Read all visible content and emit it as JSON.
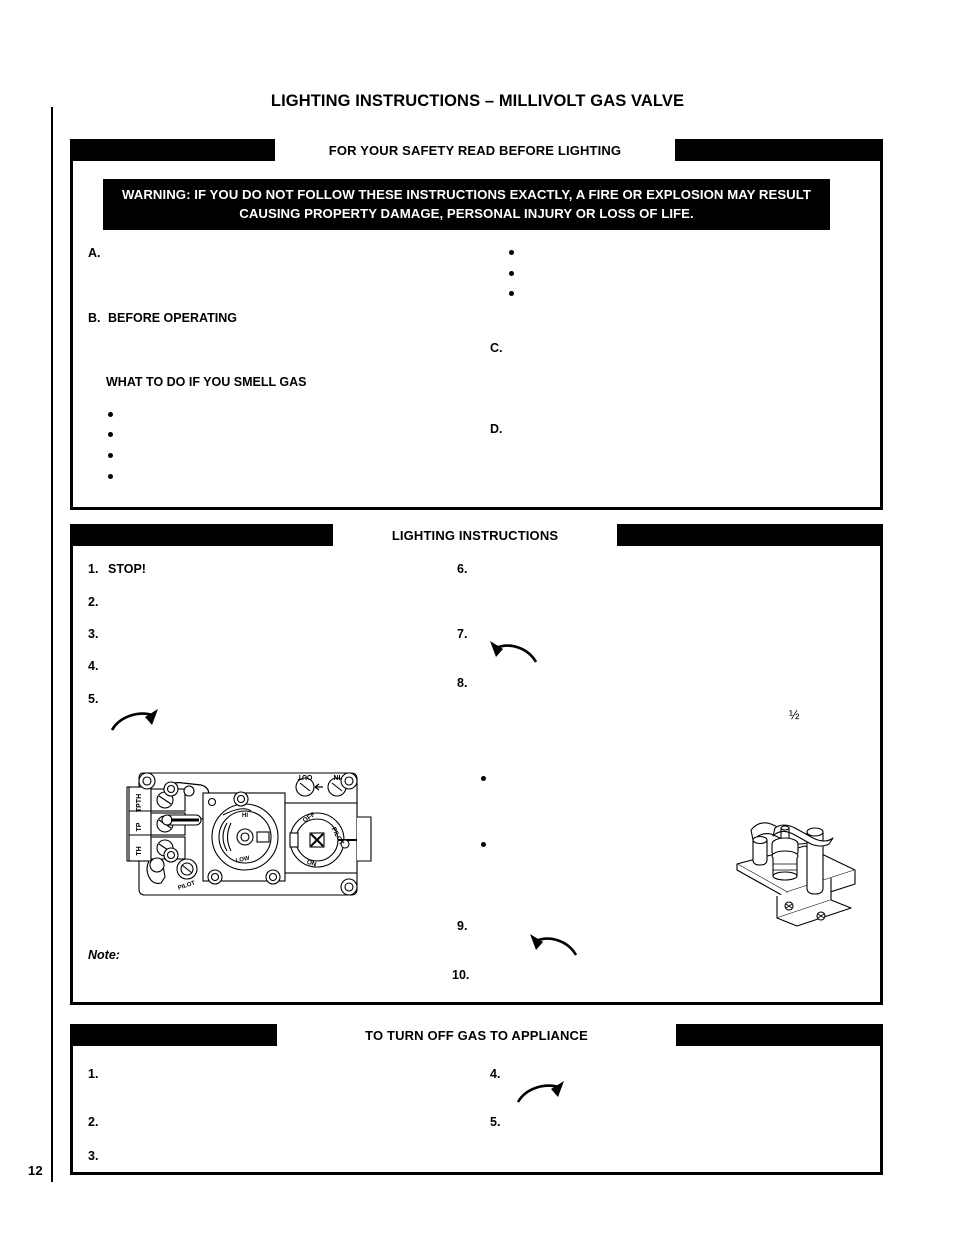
{
  "document": {
    "title": "LIGHTING INSTRUCTIONS – MILLIVOLT GAS VALVE",
    "page_number": "12"
  },
  "safety_section": {
    "header": "FOR YOUR SAFETY READ BEFORE LIGHTING",
    "warning": "WARNING: IF YOU DO NOT FOLLOW THESE INSTRUCTIONS EXACTLY, A FIRE OR EXPLOSION MAY RESULT CAUSING PROPERTY DAMAGE, PERSONAL INJURY OR LOSS OF LIFE.",
    "items": [
      {
        "marker": "A."
      },
      {
        "marker": "B.",
        "label": "BEFORE OPERATING"
      },
      {
        "marker": "C."
      },
      {
        "marker": "D."
      }
    ],
    "smell_gas_heading": "WHAT TO DO IF YOU SMELL GAS",
    "smell_gas_bullets": [
      "",
      "",
      "",
      ""
    ],
    "right_bullets": [
      "",
      "",
      ""
    ]
  },
  "lighting_section": {
    "header": "LIGHTING INSTRUCTIONS",
    "steps_left": [
      {
        "marker": "1.",
        "label": "STOP!"
      },
      {
        "marker": "2."
      },
      {
        "marker": "3."
      },
      {
        "marker": "4."
      },
      {
        "marker": "5."
      }
    ],
    "steps_right": [
      {
        "marker": "6."
      },
      {
        "marker": "7."
      },
      {
        "marker": "8."
      },
      {
        "marker": "9."
      },
      {
        "marker": "10."
      }
    ],
    "mid_bullets": [
      "",
      ""
    ],
    "fraction": "½",
    "note_label": "Note:",
    "valve_figure": {
      "name": "millivolt-gas-valve",
      "terminal_labels": [
        "TPTH",
        "TP",
        "TH"
      ],
      "port_labels": [
        "OUT",
        "IN"
      ],
      "regulator_labels": [
        "HI",
        "LOW"
      ],
      "control_knob_labels": [
        "OFF",
        "PILOT",
        "ON"
      ],
      "pilot_label": "PILOT"
    },
    "pilot_figure": {
      "name": "pilot-burner-assembly"
    }
  },
  "turnoff_section": {
    "header": "TO TURN OFF GAS TO APPLIANCE",
    "steps_left": [
      {
        "marker": "1."
      },
      {
        "marker": "2."
      },
      {
        "marker": "3."
      }
    ],
    "steps_right": [
      {
        "marker": "4."
      },
      {
        "marker": "5."
      }
    ]
  },
  "colors": {
    "ink": "#000000",
    "paper": "#ffffff"
  }
}
